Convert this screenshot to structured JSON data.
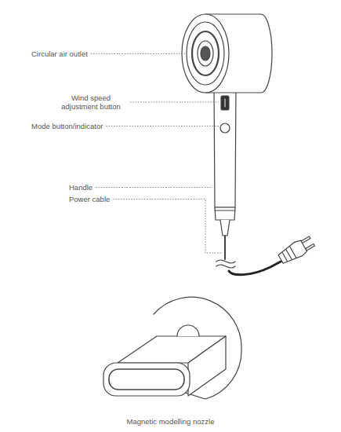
{
  "diagram": {
    "labels": [
      "Circular air outlet",
      "Wind speed adjustment button",
      "Mode button/indicator",
      "Handle",
      "Power cable",
      "Magnetic modelling nozzle"
    ]
  }
}
